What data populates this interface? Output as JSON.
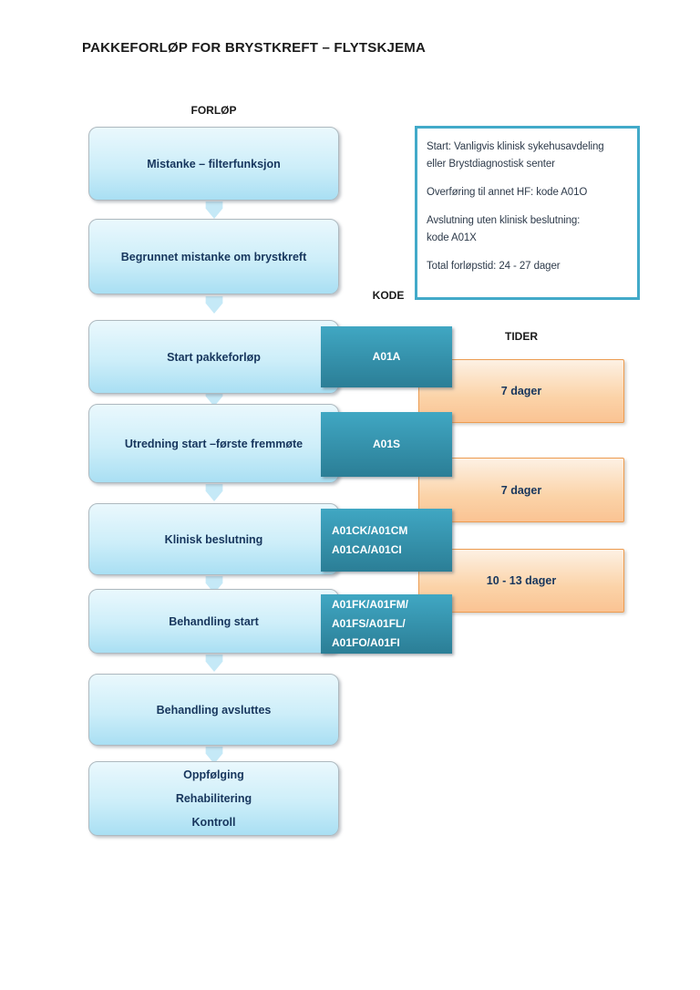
{
  "page": {
    "title": "PAKKEFORLØP FOR BRYSTKREFT – FLYTSKJEMA"
  },
  "flow": {
    "header": "FORLØP",
    "steps": [
      {
        "lines": [
          "Mistanke – filterfunksjon"
        ]
      },
      {
        "lines": [
          "Begrunnet mistanke om brystkreft"
        ]
      },
      {
        "lines": [
          "Start pakkeforløp"
        ]
      },
      {
        "lines": [
          "Utredning start –første fremmøte"
        ]
      },
      {
        "lines": [
          "Klinisk beslutning"
        ]
      },
      {
        "lines": [
          "Behandling start"
        ]
      },
      {
        "lines": [
          "Behandling avsluttes"
        ]
      },
      {
        "lines": [
          "Oppfølging",
          "Rehabilitering",
          "Kontroll"
        ]
      }
    ]
  },
  "codes": {
    "header": "KODE",
    "items": [
      {
        "lines": [
          "A01A"
        ]
      },
      {
        "lines": [
          "A01S"
        ]
      },
      {
        "lines": [
          "A01CK/A01CM",
          "A01CA/A01CI"
        ]
      },
      {
        "lines": [
          "A01FK/A01FM/",
          "A01FS/A01FL/",
          "A01FO/A01FI"
        ]
      }
    ]
  },
  "times": {
    "header": "TIDER",
    "items": [
      {
        "label": "7 dager"
      },
      {
        "label": "7 dager"
      },
      {
        "label": "10 - 13 dager"
      }
    ]
  },
  "info_box": {
    "paragraphs": [
      {
        "lines": [
          "Start: Vanligvis klinisk sykehusavdeling",
          "eller Brystdiagnostisk senter"
        ]
      },
      {
        "lines": [
          "Overføring til annet HF: kode A01O"
        ]
      },
      {
        "lines": [
          "Avslutning uten klinisk beslutning:",
          "kode A01X"
        ]
      },
      {
        "lines": [
          "Total forløpstid: 24 - 27 dager"
        ]
      }
    ]
  },
  "colors": {
    "label_text": "#1b1b1b",
    "flow_box_top": "#eaf8fd",
    "flow_box_bottom": "#a9dff3",
    "flow_box_border": "#aeb9bf",
    "flow_text": "#17365d",
    "arrow_fill": "#c5e9f7",
    "code_box_top": "#40a7c3",
    "code_box_bottom": "#2b7e96",
    "code_text": "#ffffff",
    "time_box_top": "#fdf1e4",
    "time_box_bottom": "#fac393",
    "time_box_border": "#ed9c51",
    "info_box_border": "#42aac9",
    "info_text": "#2d3a4a"
  }
}
